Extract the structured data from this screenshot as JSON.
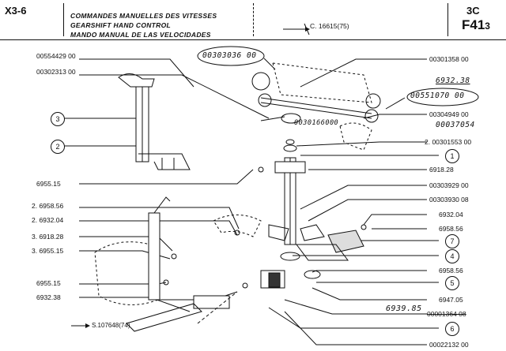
{
  "header": {
    "code": "X3-6",
    "title_fr": "COMMANDES MANUELLES DES VITESSES",
    "title_en": "GEARSHIFT HAND CONTROL",
    "title_es": "MANDO MANUAL DE LAS VELOCIDADES",
    "reference": "C. 16615(75)",
    "section": "3C",
    "model": "F41",
    "model_sub": "3"
  },
  "left_labels": [
    {
      "id": "00554429 00"
    },
    {
      "id": "00302313 00"
    },
    {
      "id": "6955.15"
    },
    {
      "id": "2. 6958.56"
    },
    {
      "id": "2. 6932.04"
    },
    {
      "id": "3. 6918.28"
    },
    {
      "id": "3. 6955.15"
    },
    {
      "id": "6955.15"
    },
    {
      "id": "6932.38"
    }
  ],
  "right_labels": [
    {
      "id": "00301358 00"
    },
    {
      "id": "00304949 00"
    },
    {
      "id": "2. 00301553 00"
    },
    {
      "id": "6918.28"
    },
    {
      "id": "00303929 00"
    },
    {
      "id": "00303930 08"
    },
    {
      "id": "6932.04"
    },
    {
      "id": "6958.56"
    },
    {
      "id": "6958.56"
    },
    {
      "id": "6947.05"
    },
    {
      "id": "00001364 08"
    },
    {
      "id": "00022132 00"
    }
  ],
  "handwritten": {
    "top": "00303036 00",
    "mid": "0030166000",
    "r1": "6932.38",
    "r2": "00551070 00",
    "r3": "00037054",
    "bottom": "6939.85"
  },
  "bottom_ref": "S.107648(74)",
  "callouts": {
    "c1": "1",
    "c2": "2",
    "c3": "3",
    "c4": "4",
    "c5": "5",
    "c6": "6",
    "c7": "7"
  }
}
